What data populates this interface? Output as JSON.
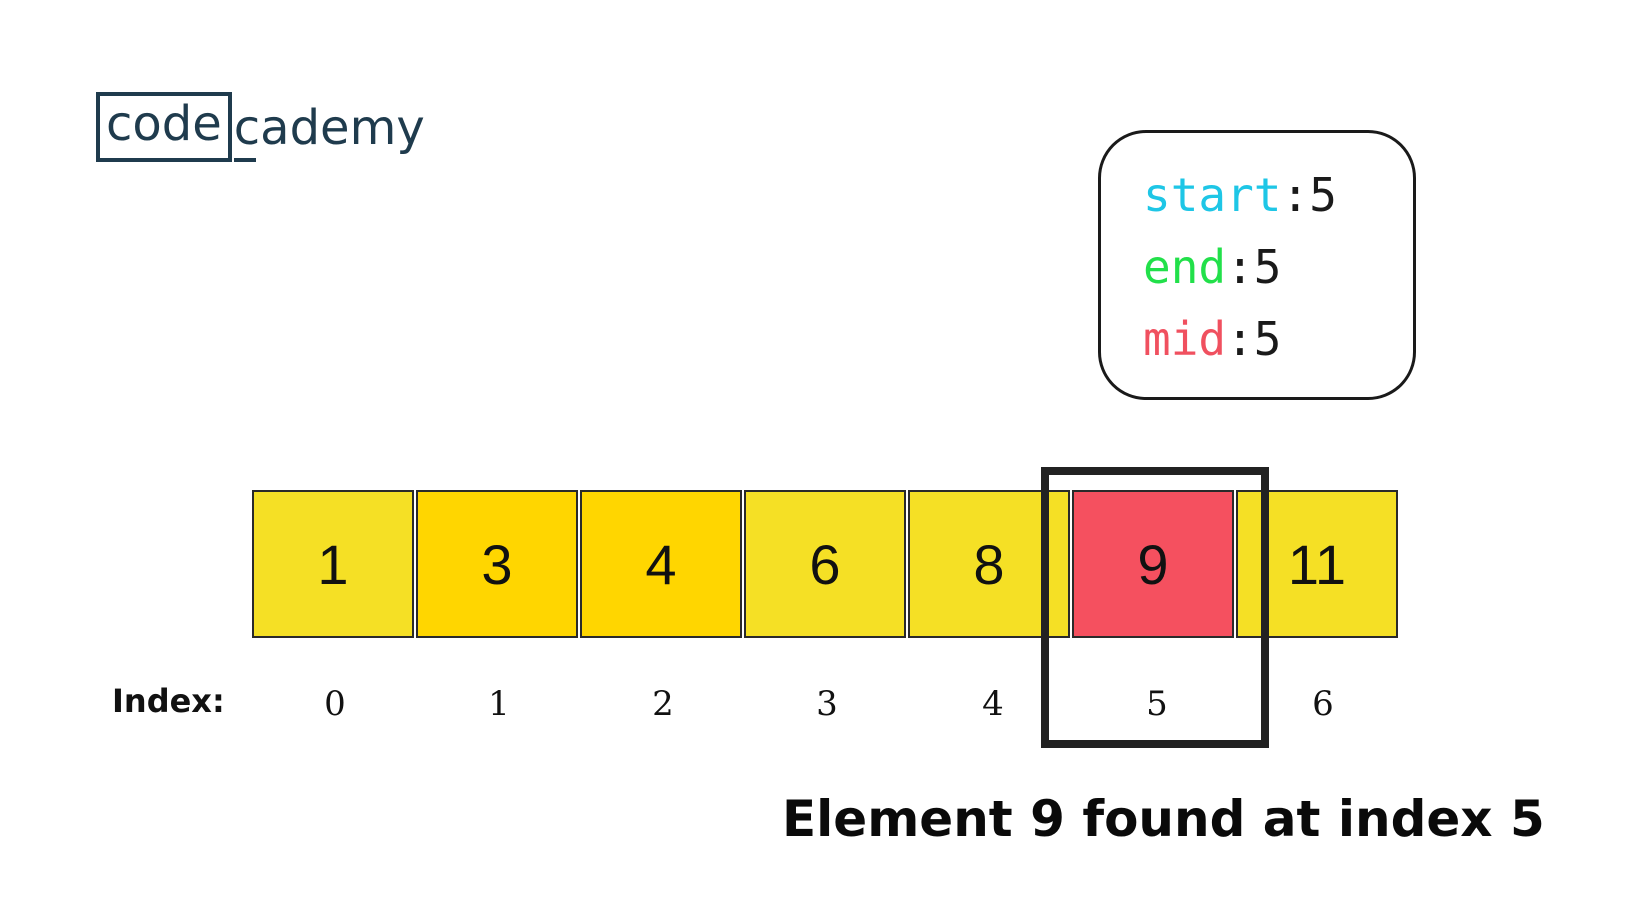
{
  "logo": {
    "boxed_text": "code",
    "rest_text": "cademy",
    "color": "#1f3b4d"
  },
  "variables": [
    {
      "name": "start",
      "colon": ":",
      "value": "5",
      "color": "#1ec6e6"
    },
    {
      "name": "end",
      "colon": ":",
      "value": "5",
      "color": "#22e04a"
    },
    {
      "name": "mid",
      "colon": ":",
      "value": "5",
      "color": "#f0505f"
    }
  ],
  "array": {
    "cells": [
      {
        "value": "1",
        "color": "#f5e025"
      },
      {
        "value": "3",
        "color": "#ffd600"
      },
      {
        "value": "4",
        "color": "#ffd600"
      },
      {
        "value": "6",
        "color": "#f5e025"
      },
      {
        "value": "8",
        "color": "#f5e025"
      },
      {
        "value": "9",
        "color": "#f5505f"
      },
      {
        "value": "11",
        "color": "#f5e025"
      }
    ],
    "highlighted_index": 5
  },
  "index_row": {
    "label": "Index:",
    "indices": [
      "0",
      "1",
      "2",
      "3",
      "4",
      "5",
      "6"
    ]
  },
  "result": {
    "text": "Element 9 found at index 5"
  }
}
